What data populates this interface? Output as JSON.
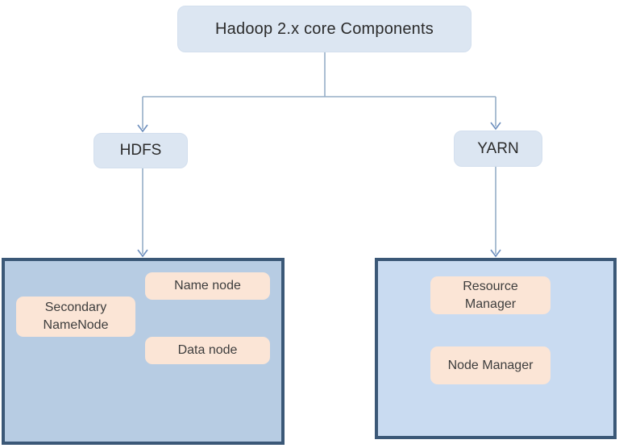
{
  "diagram": {
    "title": "Hadoop 2.x core Components",
    "tree": {
      "root": "Hadoop 2.x core Components",
      "branches": [
        {
          "label": "HDFS",
          "children": [
            "Name node",
            "Secondary NameNode",
            "Data node"
          ]
        },
        {
          "label": "YARN",
          "children": [
            "Resource Manager",
            "Node Manager"
          ]
        }
      ]
    }
  },
  "nodes": {
    "title": "Hadoop 2.x core Components",
    "hdfs": "HDFS",
    "yarn": "YARN",
    "name_node": "Name node",
    "secondary_namenode": "Secondary NameNode",
    "data_node": "Data node",
    "resource_manager": "Resource Manager",
    "node_manager": "Node Manager"
  },
  "colors": {
    "node_fill_light_blue": "#dce6f2",
    "hdfs_container_fill": "#b7cce3",
    "yarn_container_fill": "#c9dbf1",
    "container_border": "#3b5877",
    "component_fill_peach": "#fbe5d6",
    "connector_line": "#95adc6",
    "arrowhead": "#6d8fbe",
    "text_dark": "#2b2b2b"
  }
}
